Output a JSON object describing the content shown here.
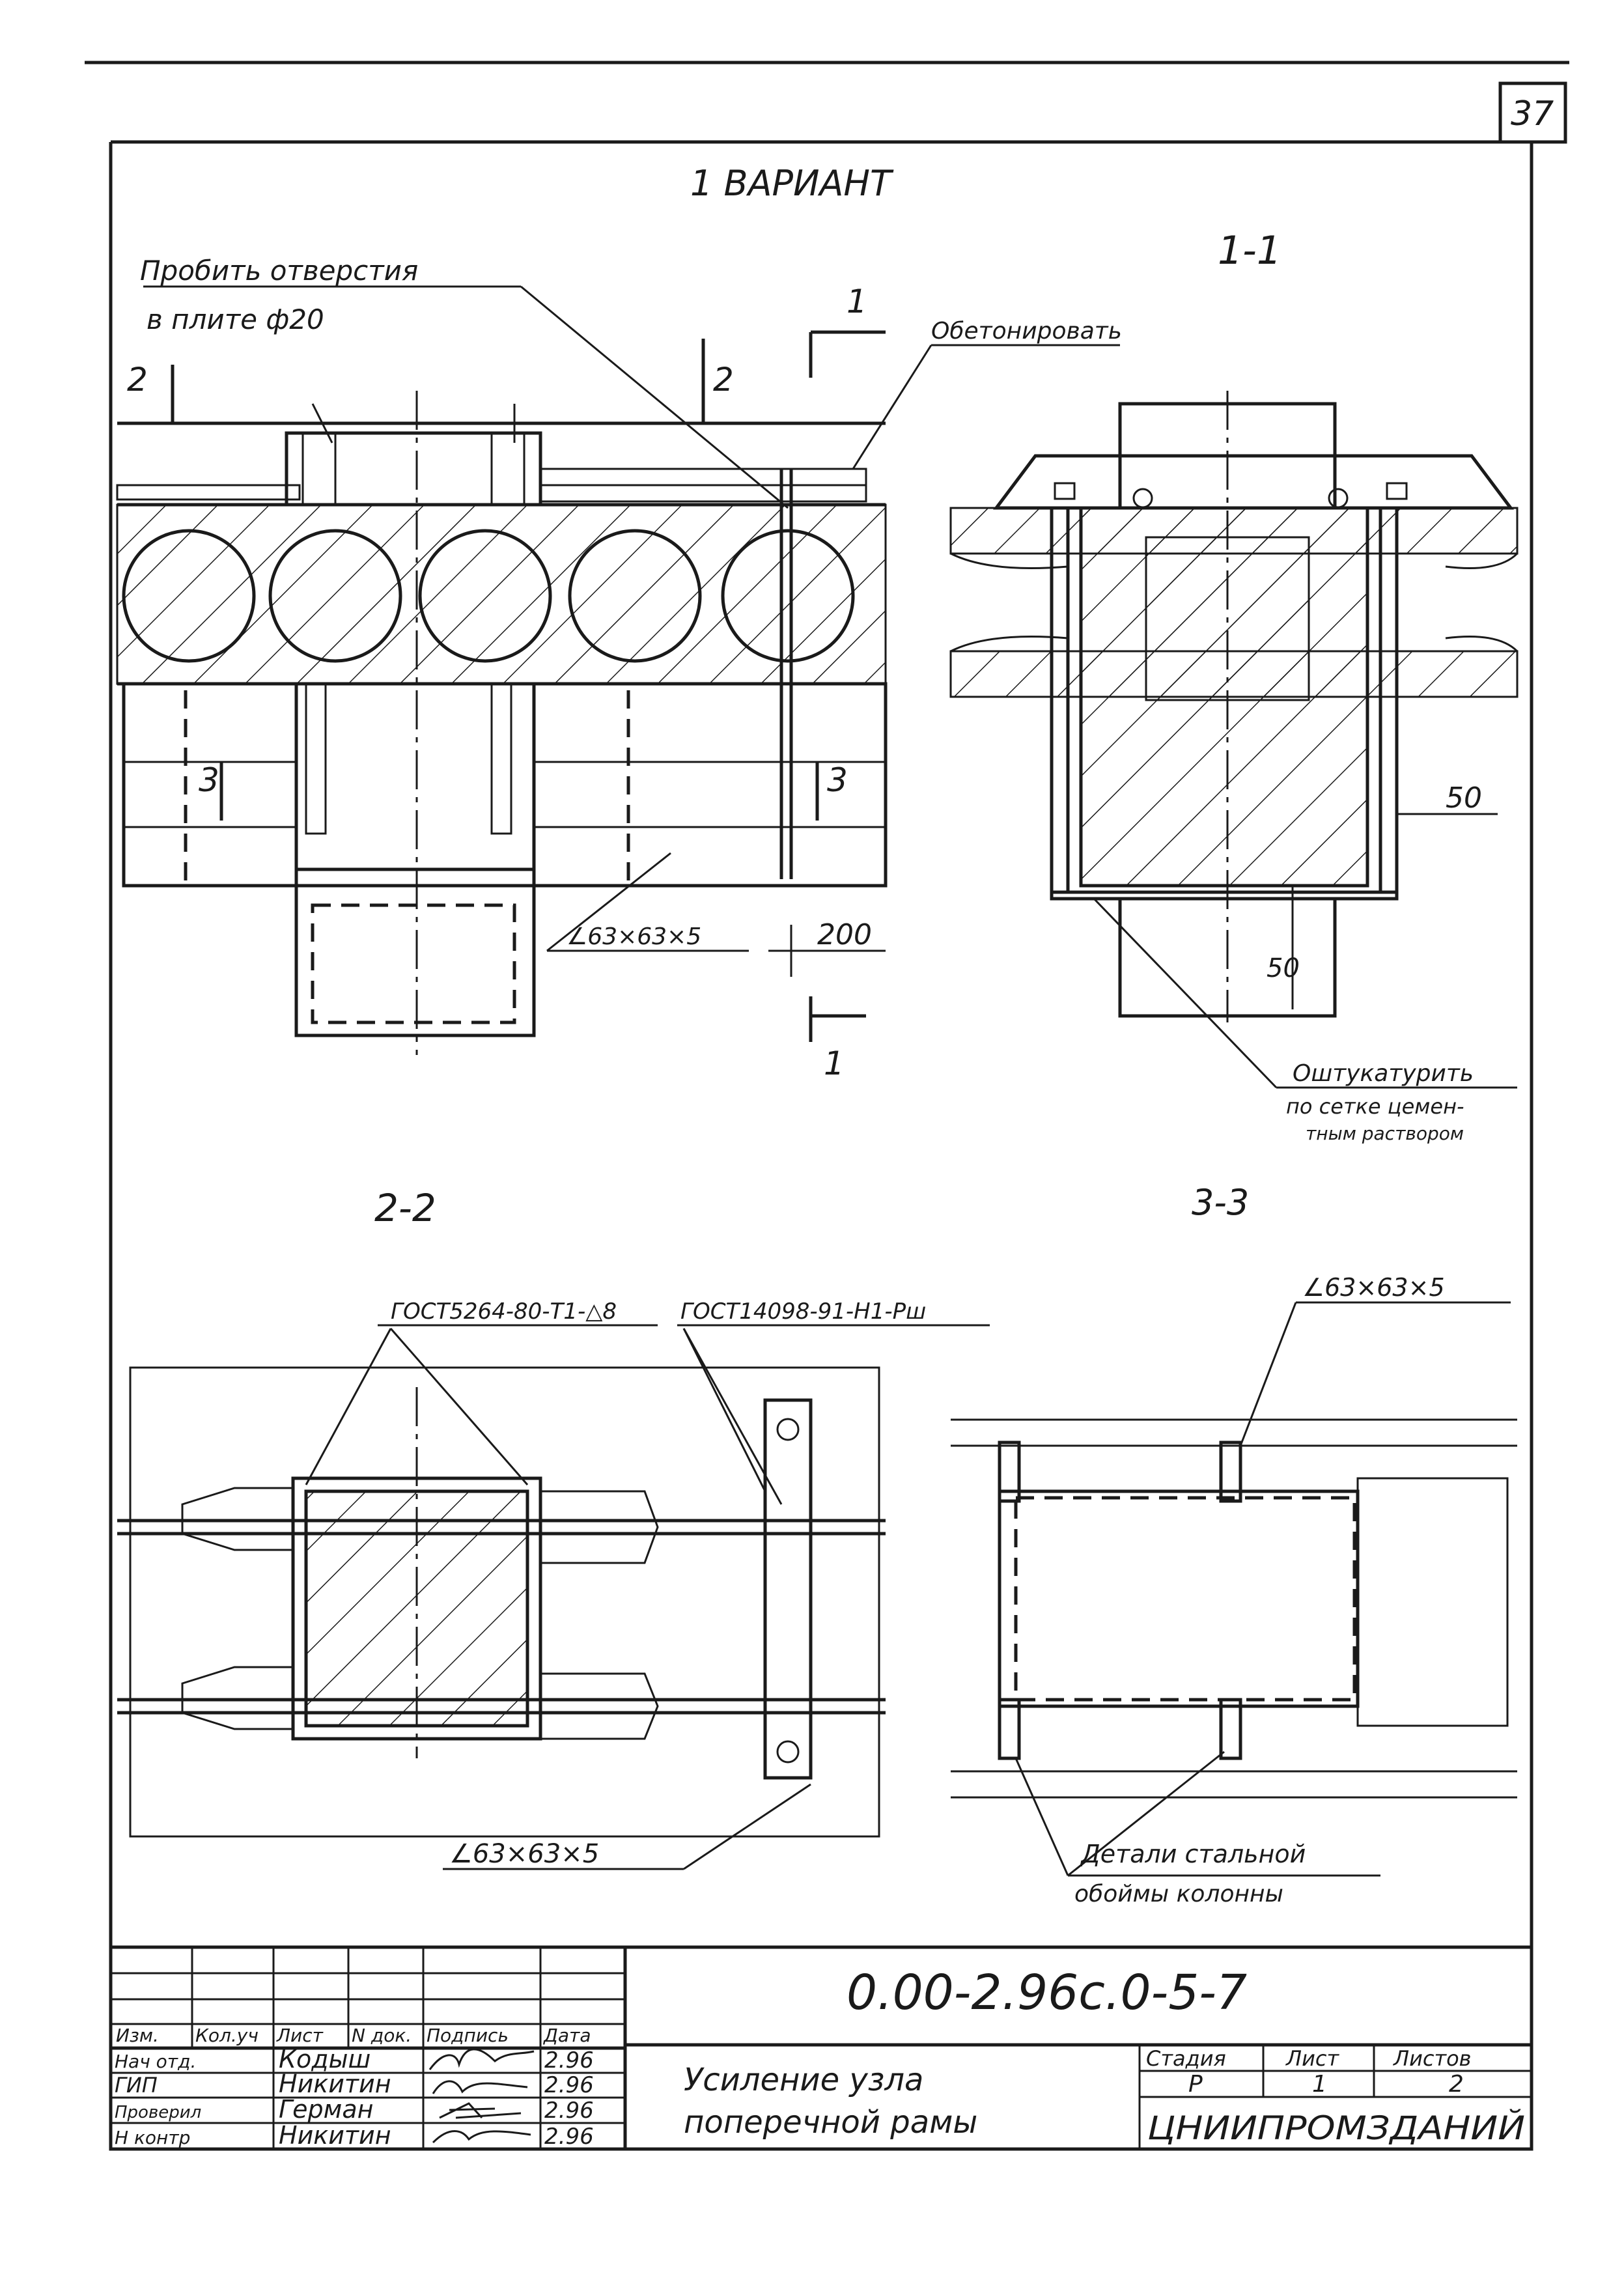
{
  "sheet": {
    "page_number": "37",
    "variant_title": "1 ВАРИАНТ"
  },
  "views": {
    "plan_annotation_line1": "Пробить отверстия",
    "plan_annotation_line2": "в плите ф20",
    "section_mark_1": "1",
    "section_mark_2": "2",
    "section_mark_3": "3",
    "concrete_note": "Обетонировать",
    "angle_note_plan": "∠63×63×5",
    "dim_200": "200",
    "section_1_1_title": "1-1",
    "dim_50_right": "50",
    "dim_50_bottom": "50",
    "plaster_note_line1": "Оштукатурить",
    "plaster_note_line2": "по сетке цемен-",
    "plaster_note_line3": "тным раствором",
    "section_2_2_title": "2-2",
    "section_3_3_title": "3-3",
    "weld_note_1": "ГОСТ5264-80-Т1-△8",
    "weld_note_2": "ГОСТ14098-91-Н1-Рш",
    "angle_note_2_2": "∠63×63×5",
    "angle_note_3_3": "∠63×63×5",
    "detail_note_line1": "Детали стальной",
    "detail_note_line2": "обоймы колонны"
  },
  "title_block": {
    "document_code": "0.00-2.96с.0-5-7",
    "header_columns": [
      "Изм.",
      "Кол.уч",
      "Лист",
      "N док.",
      "Подпись",
      "Дата"
    ],
    "rows": [
      {
        "role": "Нач отд.",
        "name": "Кодыш",
        "date": "2.96"
      },
      {
        "role": "ГИП",
        "name": "Никитин",
        "date": "2.96"
      },
      {
        "role": "Проверил",
        "name": "Герман",
        "date": "2.96"
      },
      {
        "role": "Н контр",
        "name": "Никитин",
        "date": "2.96"
      }
    ],
    "title_line1": "Усиление узла",
    "title_line2": "поперечной рамы",
    "stage_header": "Стадия",
    "sheet_header": "Лист",
    "sheets_header": "Листов",
    "stage_value": "Р",
    "sheet_value": "1",
    "sheets_value": "2",
    "organization": "ЦНИИПРОМЗДАНИЙ"
  }
}
